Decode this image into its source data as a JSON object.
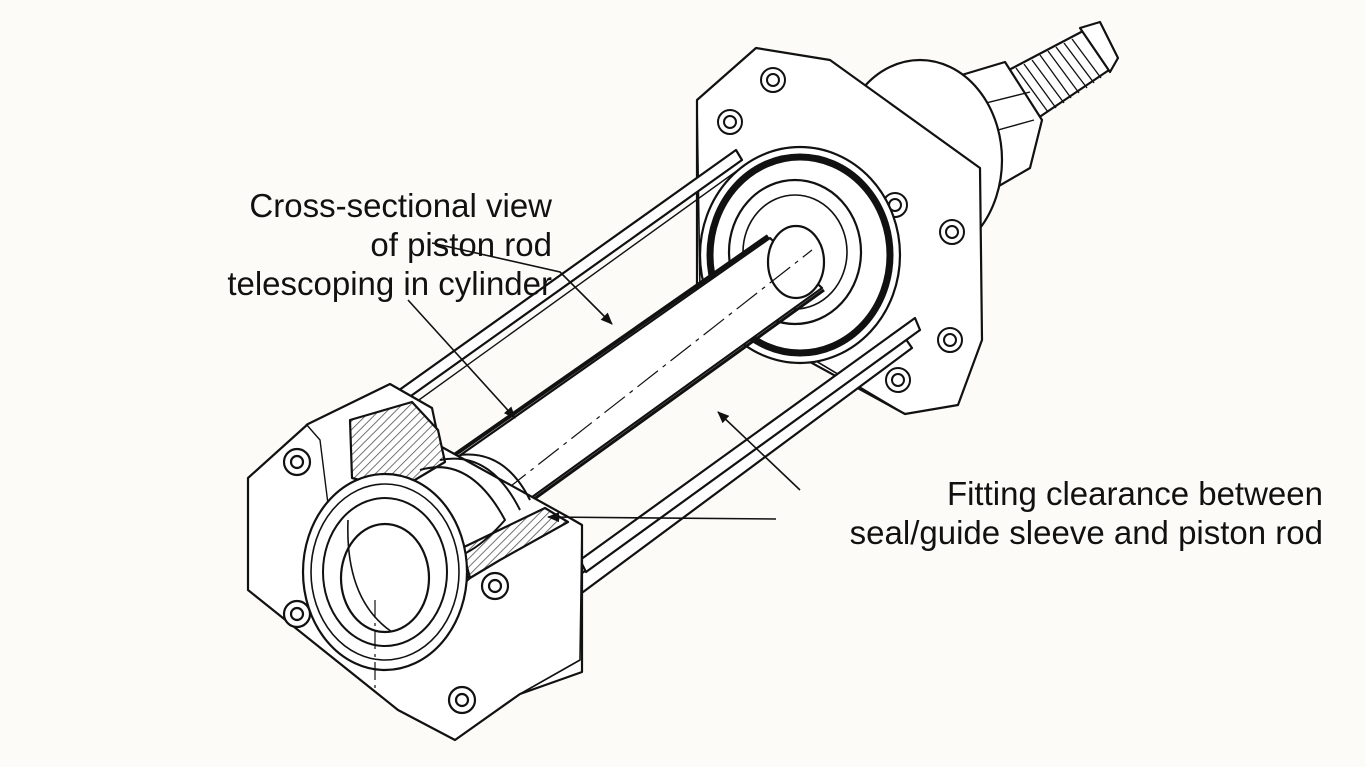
{
  "callouts": {
    "rod_section": {
      "lines": [
        "Cross-sectional view",
        "of piston rod",
        "telescoping in cylinder"
      ]
    },
    "clearance": {
      "lines": [
        "Fitting clearance between",
        "seal/guide sleeve and piston rod"
      ]
    }
  },
  "colors": {
    "ink": "#111111",
    "paper": "#fdfbf8",
    "metal": "#ffffff",
    "hatch": "#555555"
  },
  "icons": [
    "hydraulic-cylinder-cutaway-drawing",
    "leader-arrow"
  ]
}
